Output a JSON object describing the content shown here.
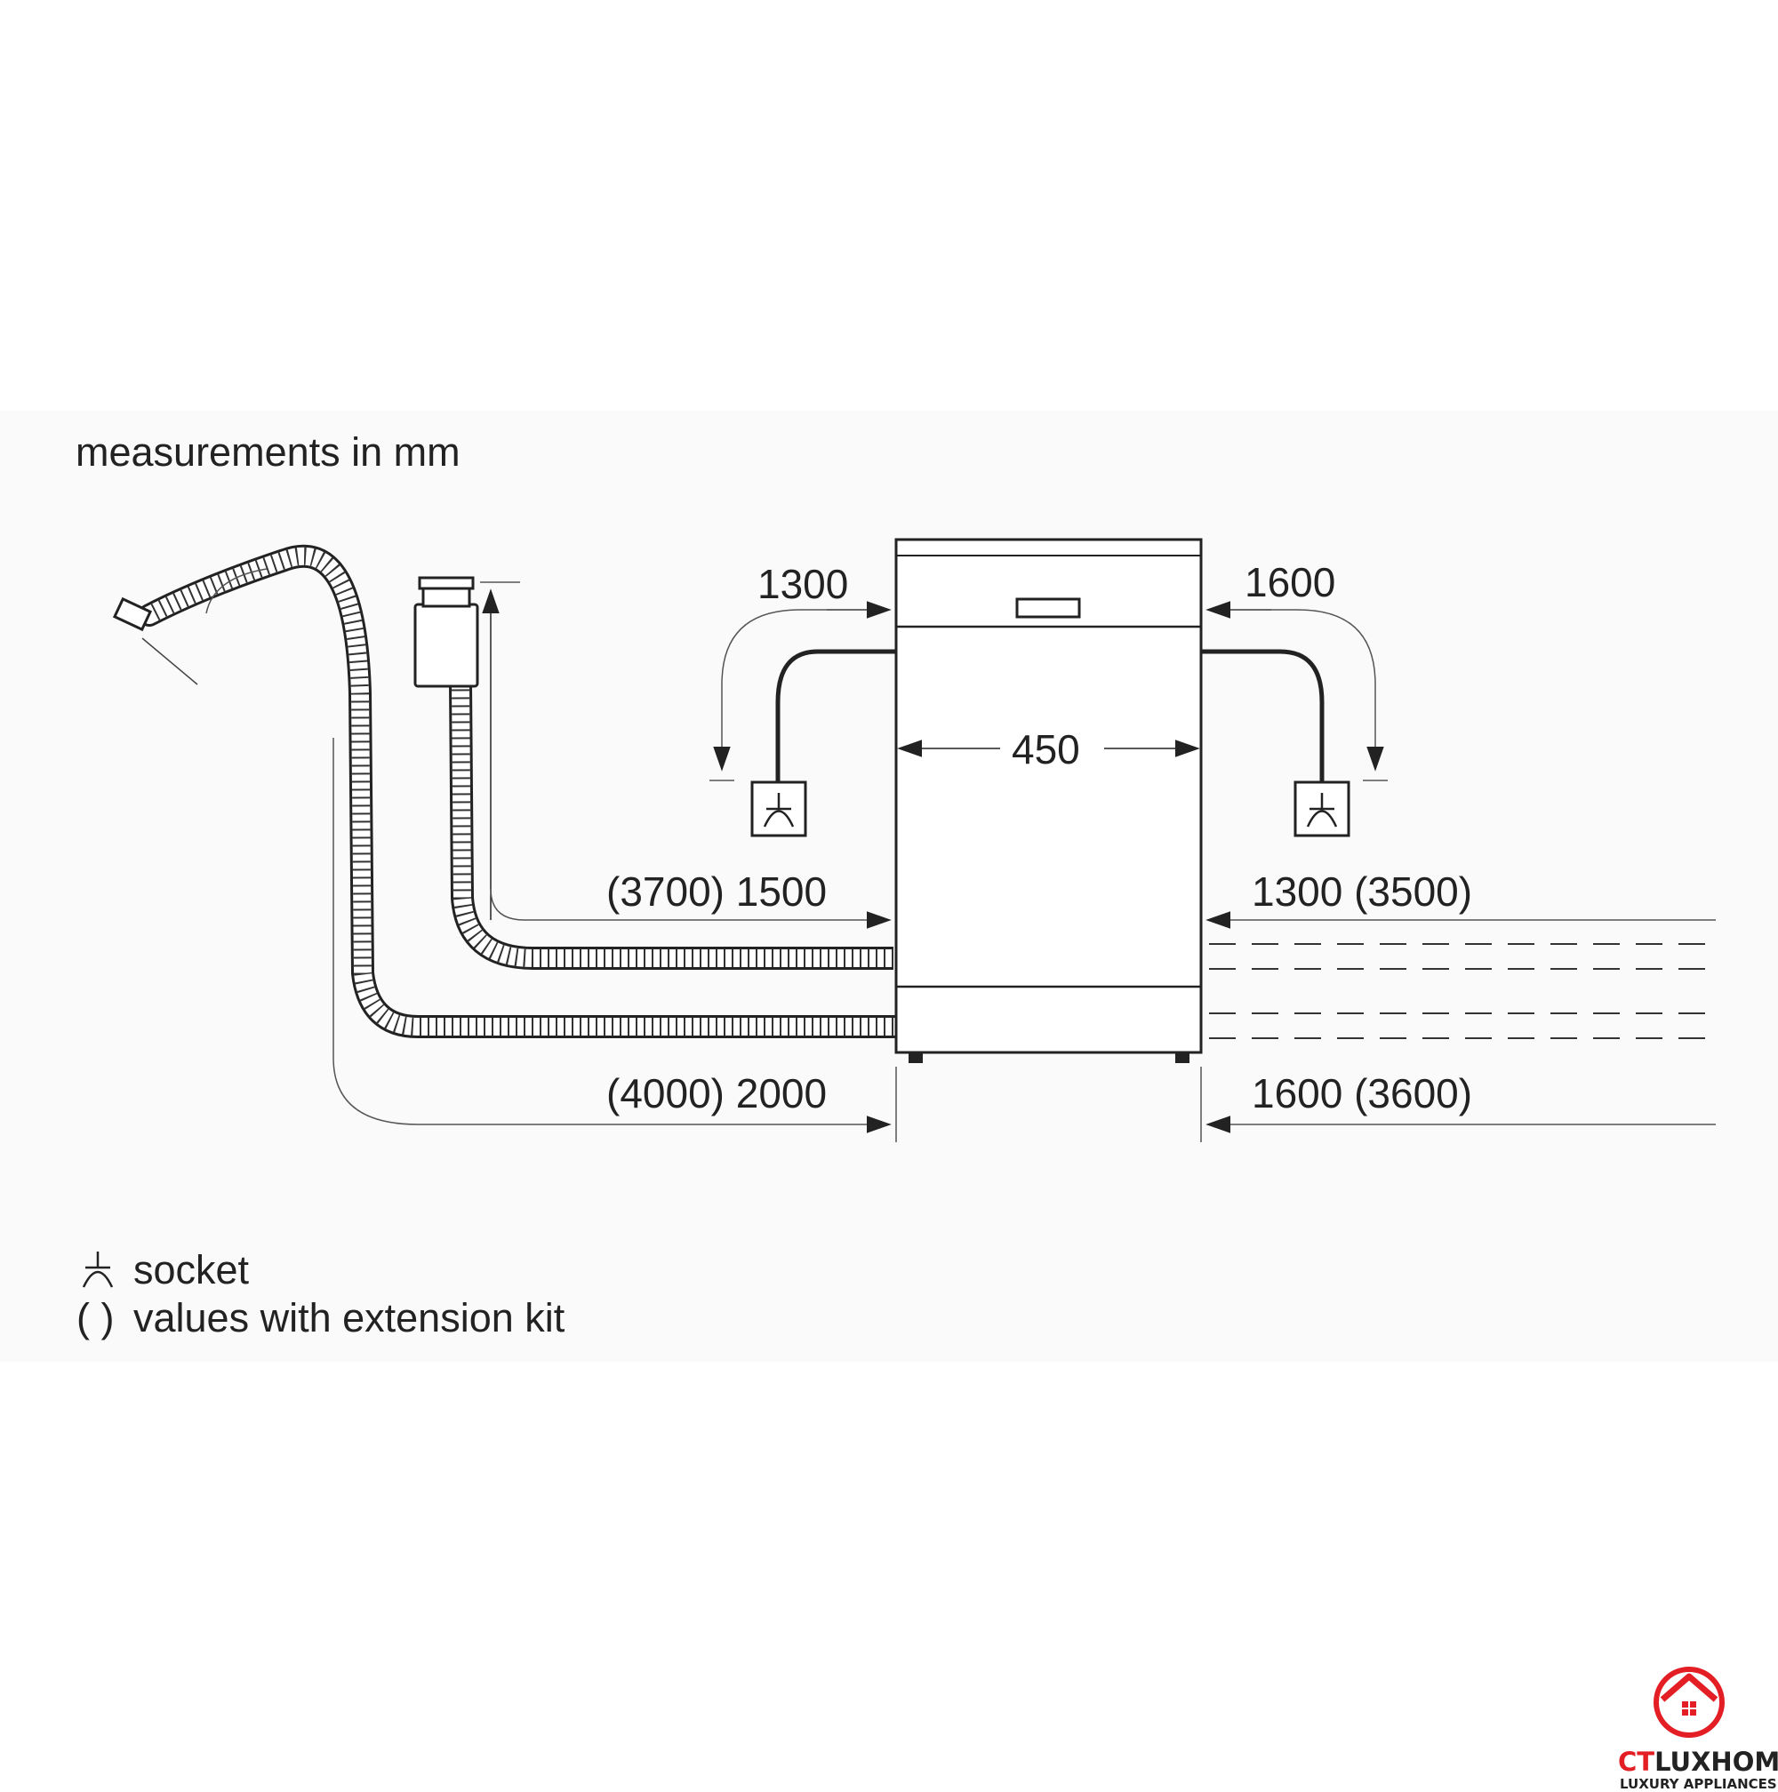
{
  "title": "measurements in mm",
  "dimensions": {
    "width": "450",
    "cable_left": "1300",
    "cable_right": "1600",
    "inlet_left": "(3700) 1500",
    "inlet_right": "1300 (3500)",
    "drain_left": "(4000) 2000",
    "drain_right": "1600 (3600)"
  },
  "legend": {
    "socket": "socket",
    "extension": "values with extension kit",
    "paren_symbol": "( )"
  },
  "brand": {
    "name_part1": "CT",
    "name_part2": "LUXHOME",
    "tagline": "LUXURY APPLIANCES",
    "color": "#e31e24"
  }
}
